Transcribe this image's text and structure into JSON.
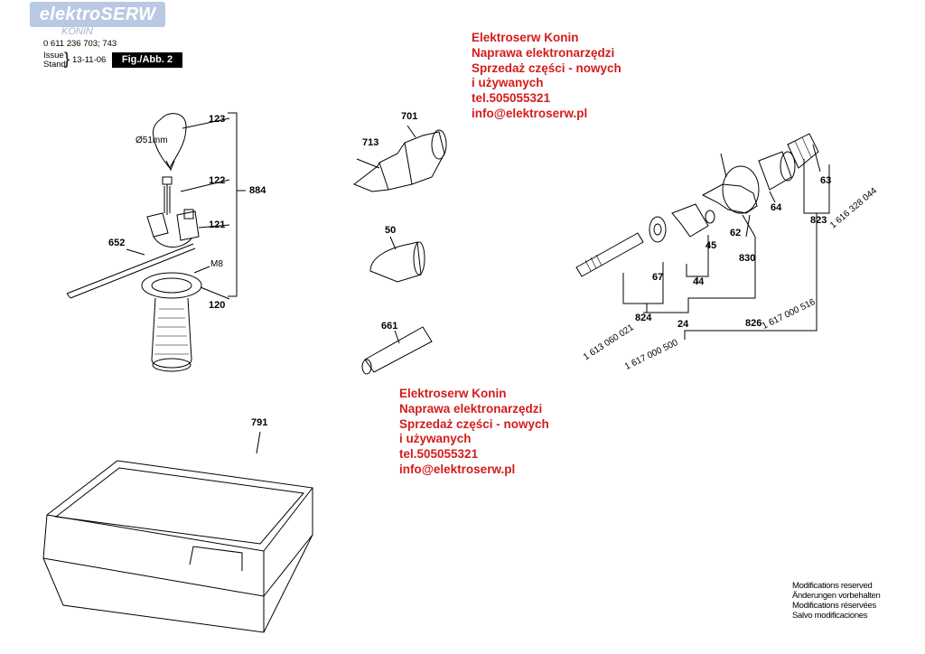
{
  "logo": {
    "brand": "elektroSERW",
    "city": "KONIN"
  },
  "header": {
    "code": "0 611 236 703; 743",
    "issue_label": "Issue",
    "stand_label": "Stand",
    "bracket": "}",
    "date": "13-11-06",
    "figure": "Fig./Abb. 2"
  },
  "ad": {
    "lines": [
      "Elektroserw Konin",
      "Naprawa elektronarzędzi",
      "Sprzedaż części - nowych",
      "i używanych",
      "tel.505055321",
      "info@elektroserw.pl"
    ],
    "color": "#d41c1c"
  },
  "callouts": {
    "p123": "123",
    "p122": "122",
    "p121": "121",
    "p120": "120",
    "p884": "884",
    "p652": "652",
    "pM8": "M8",
    "diameter": "Ø51mm",
    "p701": "701",
    "p713": "713",
    "p50": "50",
    "p661": "661",
    "p791": "791",
    "p63": "63",
    "p64": "64",
    "p62": "62",
    "p830": "830",
    "p45": "45",
    "p44": "44",
    "p67": "67",
    "p824": "824",
    "p24": "24",
    "p826": "826",
    "p823": "823"
  },
  "part_numbers": {
    "pn_823": "1 616 328 044",
    "pn_824": "1 613 060 021",
    "pn_24": "1 617 000 500",
    "pn_826": "1 617 000 516"
  },
  "modifications": [
    "Modifications reserved",
    "Änderungen vorbehalten",
    "Modifications réservées",
    "Salvo modificaciones"
  ]
}
